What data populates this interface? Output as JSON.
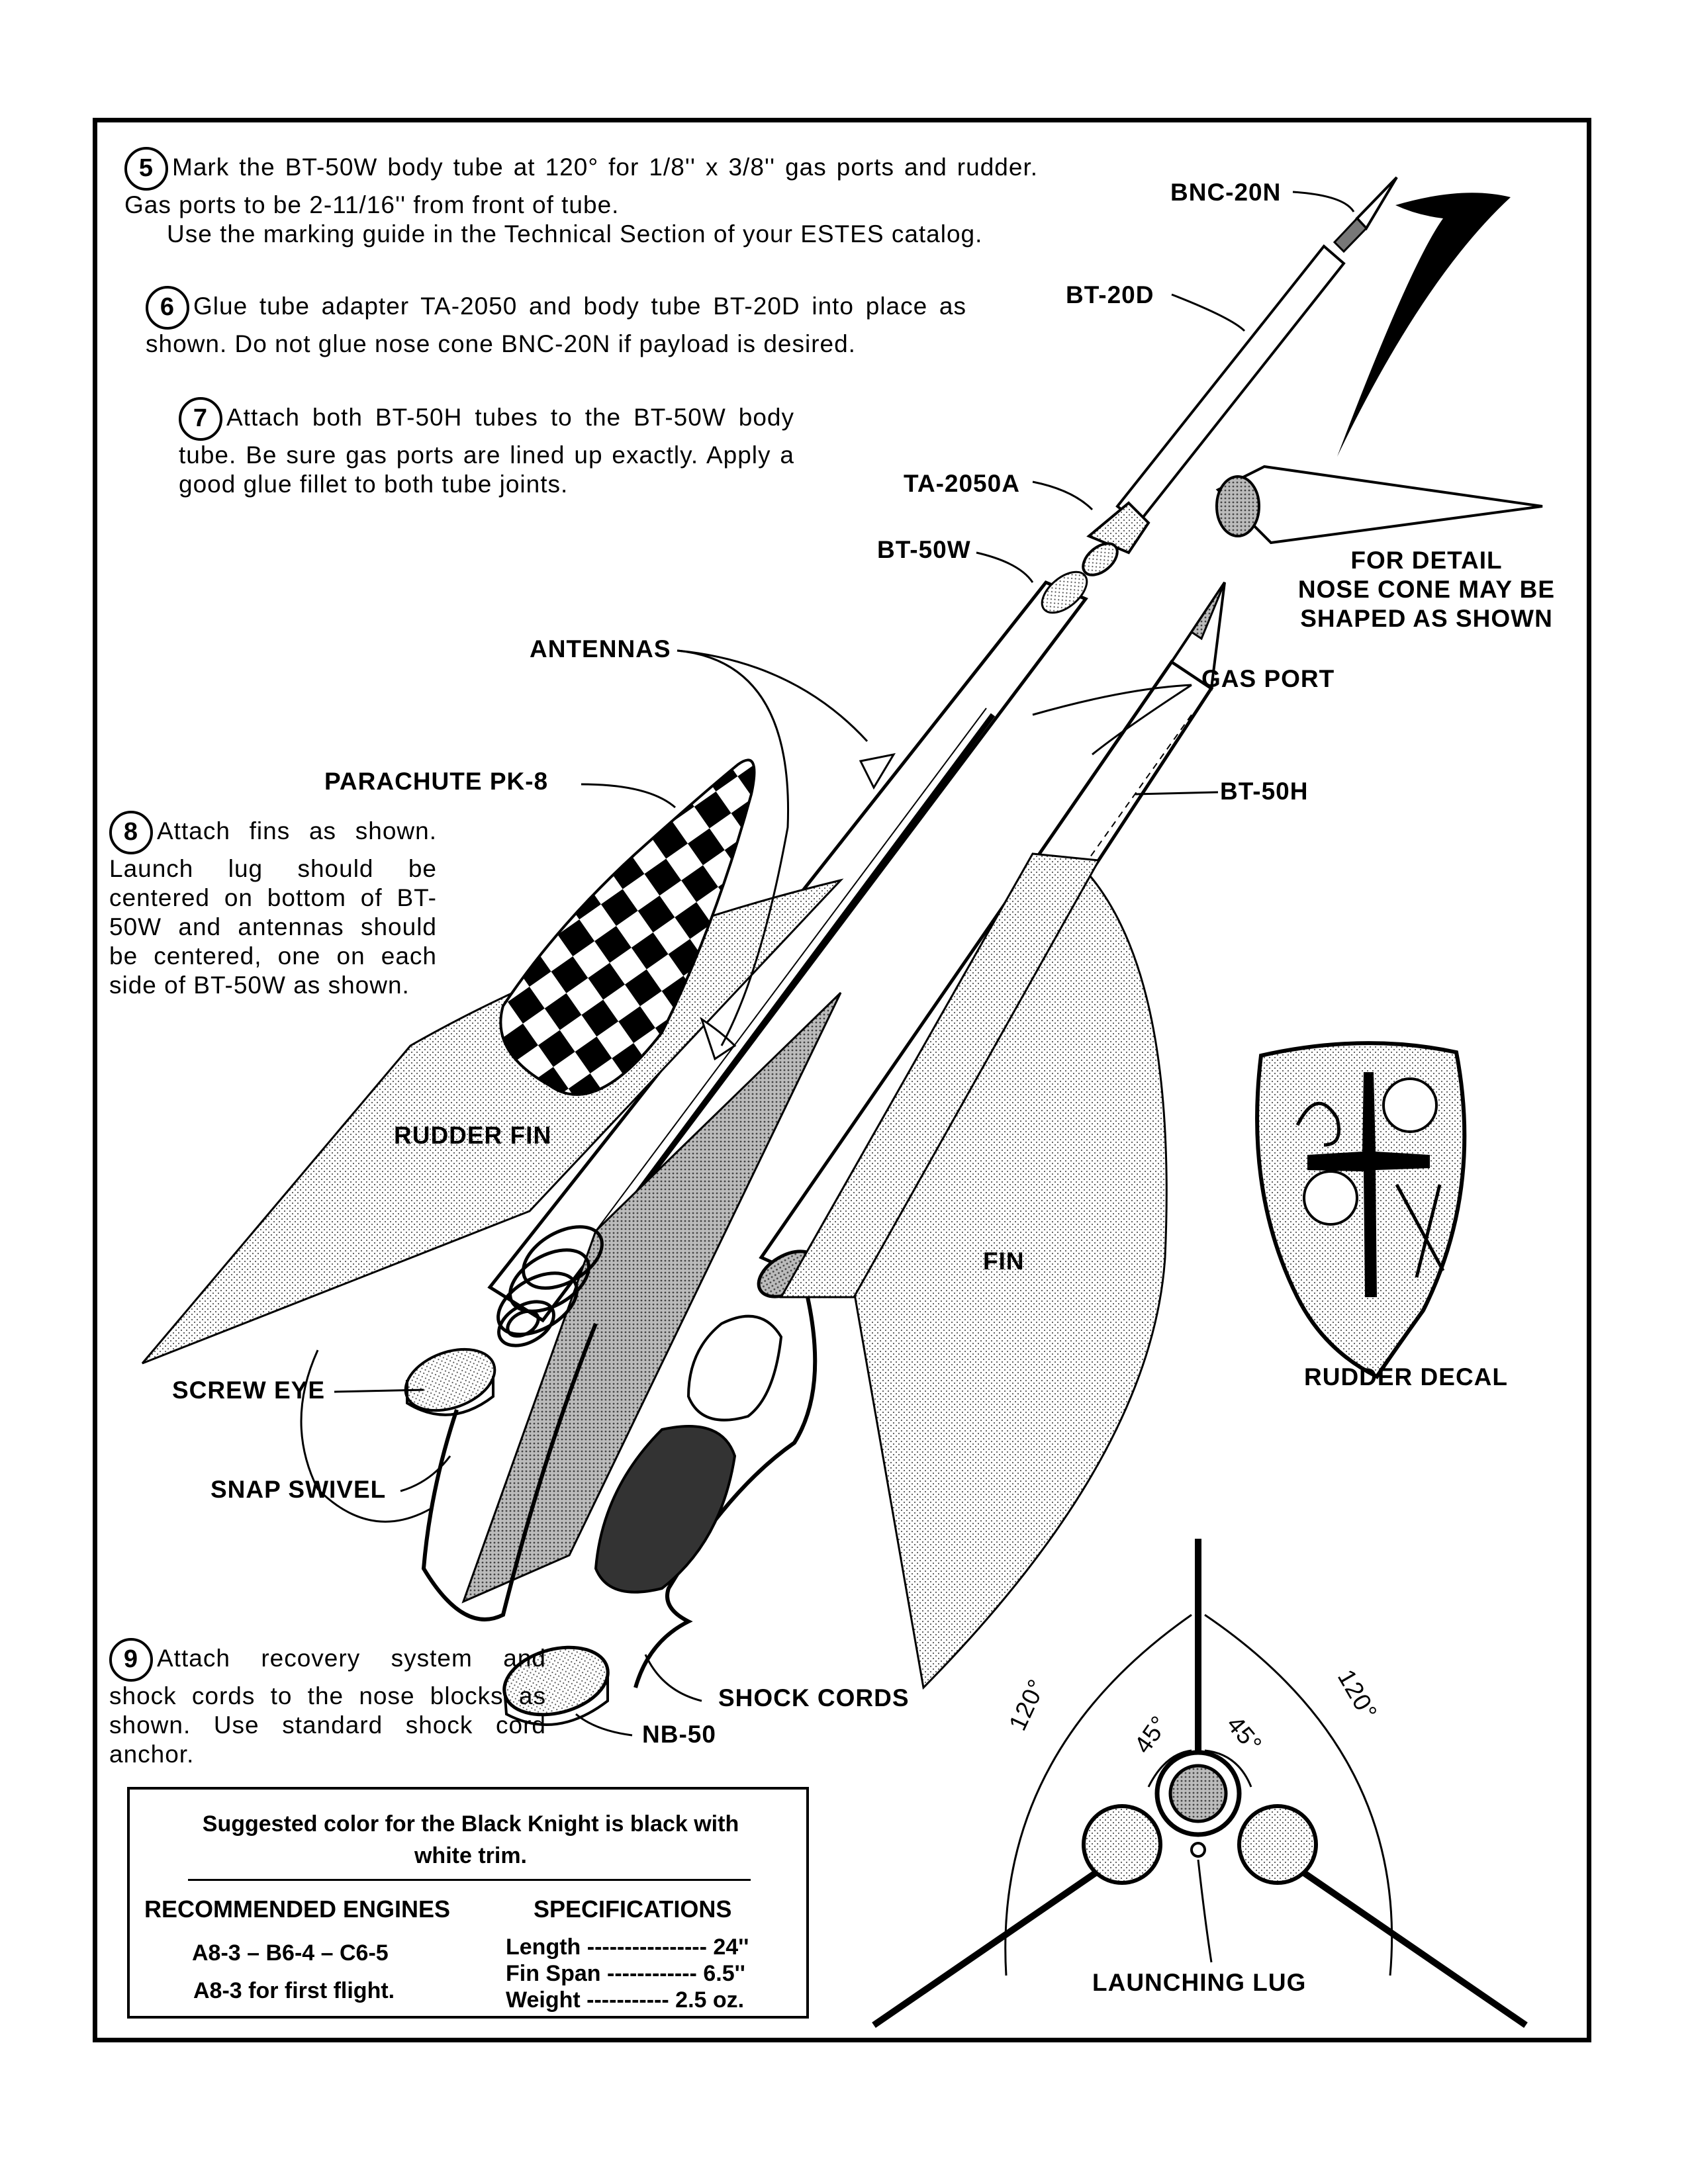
{
  "steps": [
    {
      "num": "5",
      "text": "Mark the BT-50W body tube at 120° for 1/8'' x 3/8'' gas ports and rudder. Gas ports to be 2-11/16'' from front of tube.",
      "text2": "Use the marking guide in the Technical Section of your ESTES catalog."
    },
    {
      "num": "6",
      "text": "Glue tube adapter TA-2050 and body tube BT-20D into place as shown. Do not glue nose cone BNC-20N if payload is desired."
    },
    {
      "num": "7",
      "text": "Attach both BT-50H tubes to the BT-50W body tube. Be sure gas ports are lined up exactly. Apply a good glue fillet to both tube joints."
    },
    {
      "num": "8",
      "text": "Attach fins as shown. Launch lug should be centered on bottom of BT-50W and antennas should be centered, one on each side of BT-50W as shown."
    },
    {
      "num": "9",
      "text": "Attach recovery system and shock cords to the nose blocks as shown. Use standard shock cord anchor."
    }
  ],
  "labels": {
    "bnc20n": "BNC-20N",
    "bt20d": "BT-20D",
    "ta2050a": "TA-2050A",
    "bt50w": "BT-50W",
    "detail": "FOR DETAIL\nNOSE CONE MAY BE\nSHAPED AS SHOWN",
    "antennas": "ANTENNAS",
    "gas_port": "GAS PORT",
    "parachute": "PARACHUTE PK-8",
    "bt50h": "BT-50H",
    "rudder_fin": "RUDDER FIN",
    "fin": "FIN",
    "rudder_decal": "RUDDER DECAL",
    "screw_eye": "SCREW EYE",
    "snap_swivel": "SNAP SWIVEL",
    "shock_cords": "SHOCK CORDS",
    "nb50": "NB-50",
    "launching_lug": "LAUNCHING LUG",
    "angle_120_left": "120°",
    "angle_120_right": "120°",
    "angle_45_left": "45°",
    "angle_45_right": "45°"
  },
  "info_box": {
    "color_note": "Suggested color for the Black Knight is black with white trim.",
    "engines_heading": "RECOMMENDED ENGINES",
    "engines": "A8-3 – B6-4 – C6-5",
    "first_flight": "A8-3 for first flight.",
    "specs_heading": "SPECIFICATIONS",
    "specs": [
      {
        "name": "Length",
        "dots": "----------------",
        "value": "24''"
      },
      {
        "name": "Fin Span",
        "dots": "------------",
        "value": "6.5''"
      },
      {
        "name": "Weight",
        "dots": "-----------",
        "value": "2.5 oz."
      }
    ]
  }
}
